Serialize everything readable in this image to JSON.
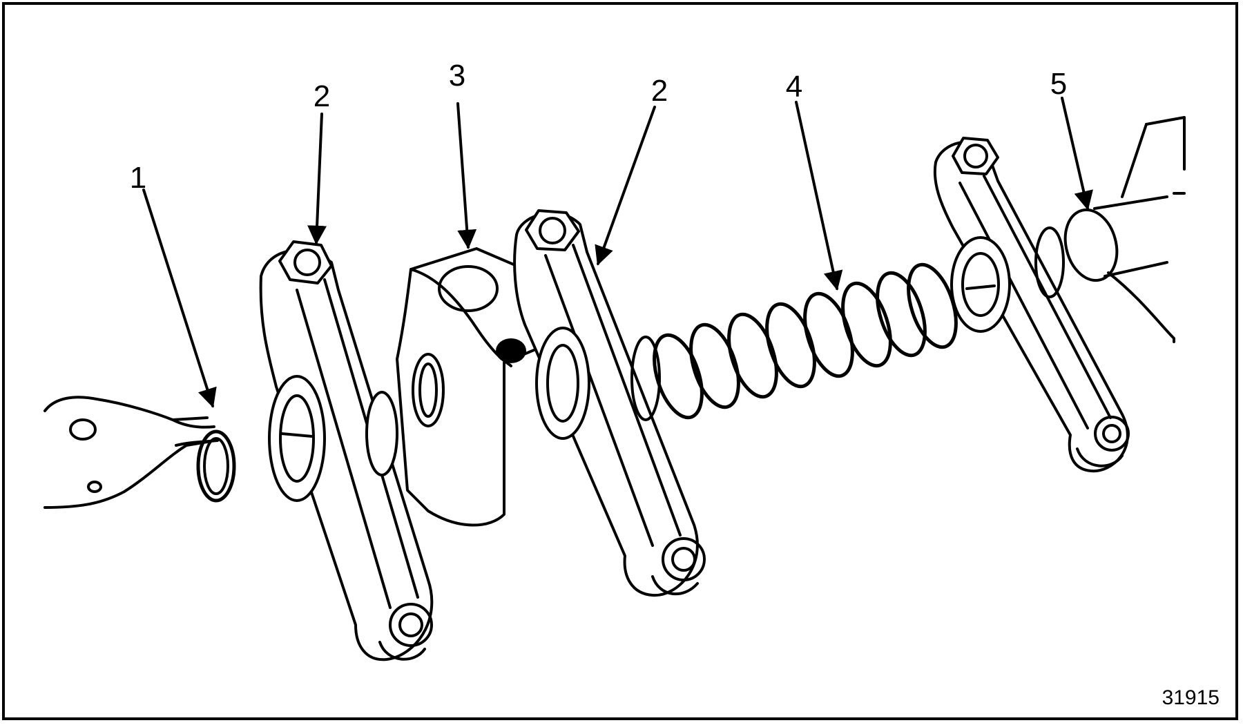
{
  "figure": {
    "figure_number": "31915"
  },
  "callouts": [
    {
      "id": "c1",
      "label": "1"
    },
    {
      "id": "c2a",
      "label": "2"
    },
    {
      "id": "c3",
      "label": "3"
    },
    {
      "id": "c2b",
      "label": "2"
    },
    {
      "id": "c4",
      "label": "4"
    },
    {
      "id": "c5",
      "label": "5"
    }
  ],
  "colors": {
    "line": "#000000",
    "background": "#ffffff"
  }
}
